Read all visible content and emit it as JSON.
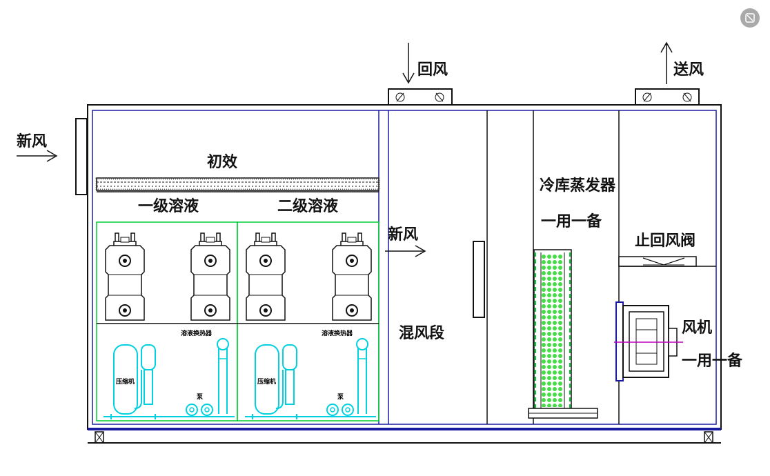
{
  "labels": {
    "return_air": "回风",
    "supply_air": "送风",
    "fresh_air_inlet": "新风",
    "prefilter": "初效",
    "stage1_solution": "一级溶液",
    "stage2_solution": "二级溶液",
    "fresh_air_internal": "新风",
    "mixing_section": "混风段",
    "evaporator": "冷库蒸发器",
    "evaporator_redundancy": "一用一备",
    "check_damper": "止回风阀",
    "fan": "风机",
    "fan_redundancy": "一用一备",
    "compressor_1": "压缩机",
    "compressor_2": "压缩机",
    "heat_exchanger_1": "溶液换热器",
    "heat_exchanger_2": "溶液换热器",
    "pump_1": "泵",
    "pump_2": "泵"
  },
  "colors": {
    "frame": "#1a1aa0",
    "equipment": "#00cc33",
    "piping": "#00d0e0",
    "fan_axis": "#c000c0",
    "line": "#111111"
  },
  "icons": {
    "corner_button": "image-icon"
  }
}
